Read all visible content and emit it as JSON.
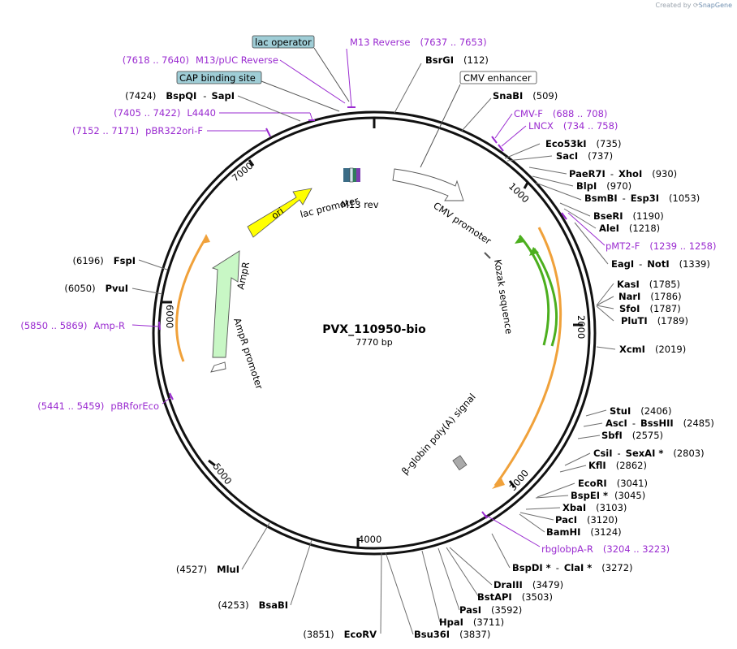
{
  "app": {
    "credit_prefix": "Created by",
    "credit_brand": "SnapGene"
  },
  "plasmid": {
    "name": "PVX_110950-bio",
    "length_label": "7770 bp",
    "length": 7770
  },
  "ticks": [
    "1000",
    "2000",
    "3000",
    "4000",
    "5000",
    "6000",
    "7000"
  ],
  "colors": {
    "primer": "#9a2bd0",
    "ori": "#ffff00",
    "ampr": "#c8f7c5",
    "orange_feature": "#f0a13a",
    "green_feature": "#4caf1e",
    "boxed_feature": "#9fcdd6"
  },
  "enzymes": {
    "BsrGI": {
      "name": "BsrGI",
      "pos": "(112)"
    },
    "SnaBI": {
      "name": "SnaBI",
      "pos": "(509)"
    },
    "Eco53kI": {
      "name": "Eco53kI",
      "pos": "(735)"
    },
    "SacI": {
      "name": "SacI",
      "pos": "(737)"
    },
    "PaeR7I": {
      "name": "PaeR7I",
      "sep": "-",
      "name2": "XhoI",
      "pos": "(930)"
    },
    "BlpI": {
      "name": "BlpI",
      "pos": "(970)"
    },
    "BsmBI": {
      "name": "BsmBI",
      "sep": "-",
      "name2": "Esp3I",
      "pos": "(1053)"
    },
    "BseRI": {
      "name": "BseRI",
      "pos": "(1190)"
    },
    "AleI": {
      "name": "AleI",
      "pos": "(1218)"
    },
    "EagI": {
      "name": "EagI",
      "sep": "-",
      "name2": "NotI",
      "pos": "(1339)"
    },
    "KasI": {
      "name": "KasI",
      "pos": "(1785)"
    },
    "NarI": {
      "name": "NarI",
      "pos": "(1786)"
    },
    "SfoI": {
      "name": "SfoI",
      "pos": "(1787)"
    },
    "PluTI": {
      "name": "PluTI",
      "pos": "(1789)"
    },
    "XcmI": {
      "name": "XcmI",
      "pos": "(2019)"
    },
    "StuI": {
      "name": "StuI",
      "pos": "(2406)"
    },
    "AscI": {
      "name": "AscI",
      "sep": "-",
      "name2": "BssHII",
      "pos": "(2485)"
    },
    "SbfI": {
      "name": "SbfI",
      "pos": "(2575)"
    },
    "CsiI": {
      "name": "CsiI",
      "sep": "-",
      "name2": "SexAI *",
      "pos": "(2803)"
    },
    "KflI": {
      "name": "KflI",
      "pos": "(2862)"
    },
    "EcoRI": {
      "name": "EcoRI",
      "pos": "(3041)"
    },
    "BspEI": {
      "name": "BspEI *",
      "pos": "(3045)"
    },
    "XbaI": {
      "name": "XbaI",
      "pos": "(3103)"
    },
    "PacI": {
      "name": "PacI",
      "pos": "(3120)"
    },
    "BamHI": {
      "name": "BamHI",
      "pos": "(3124)"
    },
    "BspDI": {
      "name": "BspDI *",
      "sep": "-",
      "name2": "ClaI *",
      "pos": "(3272)"
    },
    "DraIII": {
      "name": "DraIII",
      "pos": "(3479)"
    },
    "BstAPI": {
      "name": "BstAPI",
      "pos": "(3503)"
    },
    "PasI": {
      "name": "PasI",
      "pos": "(3592)"
    },
    "HpaI": {
      "name": "HpaI",
      "pos": "(3711)"
    },
    "Bsu36I": {
      "name": "Bsu36I",
      "pos": "(3837)"
    },
    "EcoRV": {
      "name": "EcoRV",
      "pos": "(3851)"
    },
    "BsaBI": {
      "name": "BsaBI",
      "pos": "(4253)"
    },
    "MluI": {
      "name": "MluI",
      "pos": "(4527)"
    },
    "PvuI": {
      "name": "PvuI",
      "pos": "(6050)"
    },
    "FspI": {
      "name": "FspI",
      "pos": "(6196)"
    },
    "BspQI": {
      "name": "BspQI",
      "sep": "-",
      "name2": "SapI",
      "pos": "(7424)"
    }
  },
  "primers": {
    "M13Reverse": {
      "name": "M13 Reverse",
      "range": "(7637 .. 7653)"
    },
    "M13pUC": {
      "name": "M13/pUC Reverse",
      "range": "(7618 .. 7640)"
    },
    "L4440": {
      "name": "L4440",
      "range": "(7405 .. 7422)"
    },
    "pBR322": {
      "name": "pBR322ori-F",
      "range": "(7152 .. 7171)"
    },
    "CMVF": {
      "name": "CMV-F",
      "range": "(688 .. 708)"
    },
    "LNCX": {
      "name": "LNCX",
      "range": "(734 .. 758)"
    },
    "pMT2F": {
      "name": "pMT2-F",
      "range": "(1239 .. 1258)"
    },
    "AmpR": {
      "name": "Amp-R",
      "range": "(5850 .. 5869)"
    },
    "pBRforEco": {
      "name": "pBRforEco",
      "range": "(5441 .. 5459)"
    },
    "rbglobpA": {
      "name": "rbglobpA-R",
      "range": "(3204 .. 3223)"
    }
  },
  "boxed_features": {
    "lac_operator": "lac operator",
    "cap_site": "CAP binding site",
    "cmv_enhancer": "CMV enhancer"
  },
  "features": {
    "ori": "ori",
    "lac_promoter": "lac promoter",
    "m13_rev": "M13 rev",
    "cmv_promoter": "CMV promoter",
    "kozak": "Kozak sequence",
    "ampr": "AmpR",
    "ampr_promoter": "AmpR promoter",
    "polya": "β-globin poly(A) signal"
  }
}
